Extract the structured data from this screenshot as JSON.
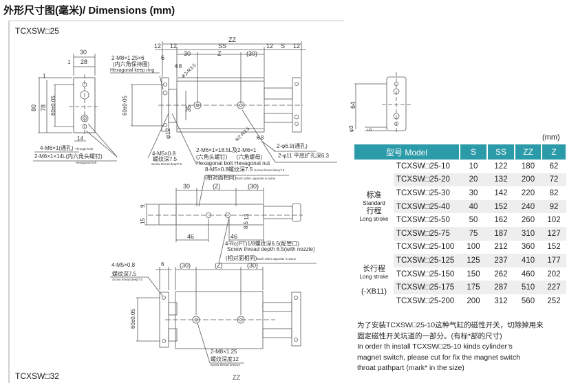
{
  "title": "外形尺寸图(毫米)/ Dimensions (mm)",
  "models": {
    "first": "TCXSW□25",
    "second": "TCXSW□32"
  },
  "end_view": {
    "dims": {
      "d30": "30",
      "d1": "1",
      "d28": "28",
      "d80": "80",
      "d78": "78",
      "d60": "60±0.05",
      "d14": "14",
      "top1": "1"
    },
    "notes": {
      "hole": "4-M6×1(通孔)",
      "hole_en": "Through hole",
      "bolt": "2-M6×1×14L(内六角头螺钉)",
      "bolt_en": "Hexagonal bolt"
    }
  },
  "top_view": {
    "dims": {
      "zz": "ZZ",
      "l12a": "12",
      "l12b": "12",
      "ss": "SS",
      "r12a": "12",
      "s": "S",
      "r12b": "12",
      "d6": "6",
      "d30": "30",
      "z": "Z",
      "p30": "(30)",
      "d35": "35",
      "d60": "60±0.05",
      "phi12": "φ12",
      "m8": "※8",
      "r35a": "※2-R3.5",
      "r35b": "※2-R3.5",
      "m8b": "※8"
    },
    "notes": {
      "ring": "2-M8×1.25×6",
      "ring_cn": "(内六角保持圈)",
      "ring_en": "Hexagonal keep ring",
      "m5": "4-M5×0.8",
      "m5_cn": "螺纹深7.5",
      "m5_en": "Screw thread deep7.5",
      "bolt": "2-M6×1×18.5L及2-M6×1",
      "bolt_cn": "(六角头螺钉)      (六角螺母)",
      "bolt_en": "Hexagonal bolt Hexagonal nut",
      "hole": "2-φ6.9(通孔)",
      "cb": "2-φ11 平底扩孔深6.3"
    }
  },
  "side_view": {
    "dims": {
      "d64": "64",
      "phi3": "φ3",
      "d5": "5"
    }
  },
  "front_view": {
    "dims": {
      "d30": "30",
      "z": "(Z)",
      "p30": "(30)",
      "d9": "9",
      "d15": "15",
      "d13": "13",
      "d85": "8.5",
      "d46a": "46",
      "d46b": "46"
    },
    "notes": {
      "m5": "8-M5×0.8螺纹深7.5",
      "m5_en": "Screw thread deep7.5",
      "same": "(相对面相同)",
      "same_en": "Each other opposite is same",
      "port": "4-Rc(PT)1/8螺纹深6.5(配管口)",
      "port_en": "Screw thread depth 6.5(with nozzle)",
      "same2": "(相对面相同)",
      "same2_en": "Each other opposite is same"
    }
  },
  "bottom_view": {
    "dims": {
      "d6": "6",
      "p30a": "(30)",
      "z": "(Z)",
      "p30b": "(30)",
      "d60": "60±0.05",
      "zz": "ZZ"
    },
    "notes": {
      "m5": "4-M5×0.8",
      "m5_cn": "螺纹深7.5",
      "m5_en": "Screw thread deep7.5",
      "m8": "2-M8×1.25",
      "m8_cn": "螺纹深度12",
      "m8_en": "Screw thread deep12"
    }
  },
  "table": {
    "unit": "(mm)",
    "headers": [
      "型号  Model",
      "S",
      "SS",
      "ZZ",
      "Z"
    ],
    "groups": {
      "standard_cn1": "标准",
      "standard_en1": "Standard",
      "standard_cn2": "行程",
      "standard_en2": "Long stroke",
      "long_cn": "长行程",
      "long_en": "Long stroke",
      "long_code": "(-XB11)"
    },
    "rows": [
      {
        "model": "TCXSW□25-10",
        "s": "10",
        "ss": "122",
        "zz": "180",
        "z": "62"
      },
      {
        "model": "TCXSW□25-20",
        "s": "20",
        "ss": "132",
        "zz": "200",
        "z": "72"
      },
      {
        "model": "TCXSW□25-30",
        "s": "30",
        "ss": "142",
        "zz": "220",
        "z": "82"
      },
      {
        "model": "TCXSW□25-40",
        "s": "40",
        "ss": "152",
        "zz": "240",
        "z": "92"
      },
      {
        "model": "TCXSW□25-50",
        "s": "50",
        "ss": "162",
        "zz": "260",
        "z": "102"
      },
      {
        "model": "TCXSW□25-75",
        "s": "75",
        "ss": "187",
        "zz": "310",
        "z": "127"
      },
      {
        "model": "TCXSW□25-100",
        "s": "100",
        "ss": "212",
        "zz": "360",
        "z": "152"
      },
      {
        "model": "TCXSW□25-125",
        "s": "125",
        "ss": "237",
        "zz": "410",
        "z": "177"
      },
      {
        "model": "TCXSW□25-150",
        "s": "150",
        "ss": "262",
        "zz": "460",
        "z": "202"
      },
      {
        "model": "TCXSW□25-175",
        "s": "175",
        "ss": "287",
        "zz": "510",
        "z": "227"
      },
      {
        "model": "TCXSW□25-200",
        "s": "200",
        "ss": "312",
        "zz": "560",
        "z": "252"
      }
    ]
  },
  "note": {
    "cn1": "为了安装TCXSW□25-10这种气缸的磁性开关，切除掉用来",
    "cn2": "固定磁性开关坑道的一部分。(有标*部的尺寸)",
    "en1": "In order th install TCXSW□25-10 kinds cylinder’s",
    "en2": "magnet switch, please cut for fix the magnet switch",
    "en3": "throat pathpart (mark* in the size)"
  },
  "colors": {
    "header": "#2b9aa9",
    "alt_row": "#eeeeee",
    "line": "#555555"
  }
}
